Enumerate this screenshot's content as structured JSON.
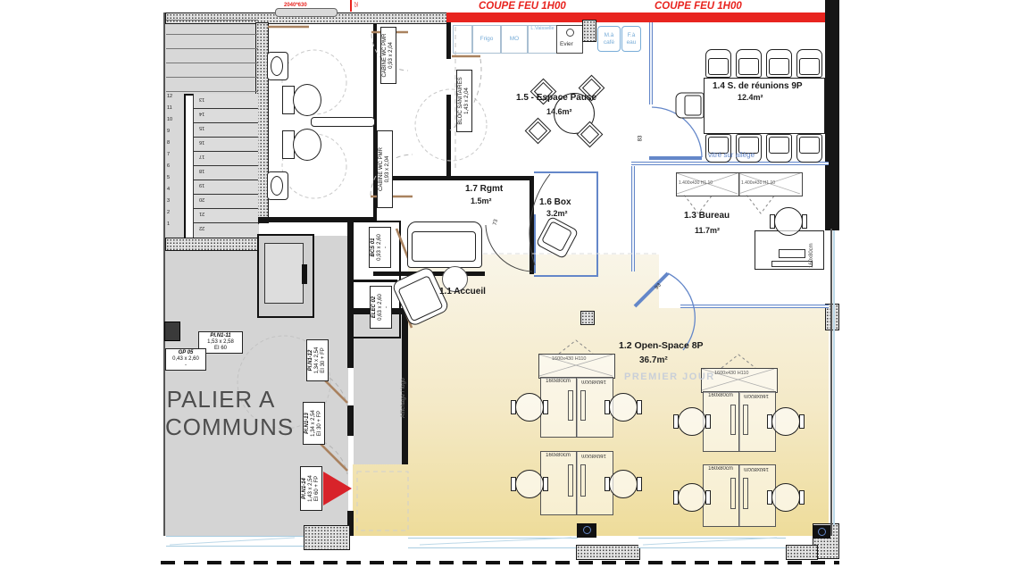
{
  "colors": {
    "fire_red": "#e8241f",
    "partition_blue": "#6487c9",
    "kitchen_blue": "#79add8",
    "floor_yellow": "#eedc9a",
    "floor_cream": "#f9f5e8",
    "palier_gray": "#d4d4d4",
    "watermark_gray": "#c9cfd8",
    "arrow_red": "#d8232a",
    "door_tan": "#a9825f"
  },
  "top": {
    "coupe_feu": "COUPE FEU 1H00",
    "beam": "2040*630",
    "tick": "25"
  },
  "kitchen": {
    "frigo": "Frigo",
    "mo": "MO",
    "vaisselle": "L.Vaisselle",
    "evier": "Evier",
    "cafe": "M.à café",
    "eau": "F.à eau"
  },
  "rooms": {
    "pause": {
      "name": "1.5 - Espace Pause",
      "area": "14.6m²"
    },
    "reunion": {
      "name": "1.4 S. de réunions 9P",
      "area": "12.4m²"
    },
    "rgmt": {
      "name": "1.7  Rgmt",
      "area": "1.5m²"
    },
    "box": {
      "name": "1.6  Box",
      "area": "3.2m²"
    },
    "bureau": {
      "name": "1.3 Bureau",
      "area": "11.7m²"
    },
    "accueil": {
      "name": "1.1  Accueil"
    },
    "open_space": {
      "name": "1.2 Open-Space 8P",
      "area": "36.7m²",
      "watermark": "PREMIER JOUR"
    }
  },
  "palier": {
    "line1": "PALIER A",
    "line2": "COMMUNS"
  },
  "annotations": {
    "vitre": "vitré sur allège",
    "affichage": "Affichage / logo",
    "door_widths": {
      "rgmt": "73",
      "pause": "83",
      "bureau": "93"
    }
  },
  "furniture": {
    "bureau_cabinet": "1.400x430 H1.10",
    "os_cabinet": "1600x430 H110",
    "desk": "160x80cm",
    "desk_bureau": "160x80cm"
  },
  "door_tags": {
    "pln11": {
      "id": "Pl.N1-11",
      "size": "1,53 x 2,58",
      "rating": "EI 60"
    },
    "gp05": {
      "id": "GP 05",
      "size": "0,43 x 2,60",
      "rating": "-"
    },
    "pln12": {
      "id": "Pl.N1-12",
      "size": "1,34 x 2,54",
      "rating": "EI 30 + FP"
    },
    "pln13": {
      "id": "Pl.N1-13",
      "size": "1,34 x 2,54",
      "rating": "EI 30 + FP"
    },
    "pln14": {
      "id": "Pl.N1-14",
      "size": "1,43 x 2,54",
      "rating": "EI 60 + FP"
    },
    "bcs01": {
      "id": "BCS 01",
      "size": "0,93 x 2,60",
      "rating": "-"
    },
    "elec02": {
      "id": "ELEC 02",
      "size": "0,63 x 2,60",
      "rating": "-"
    }
  },
  "cabins": {
    "wc1": {
      "id": "CABINE WC PMR",
      "size": "0,93 x 2,04"
    },
    "wc2": {
      "id": "CABINE WC PMR",
      "size": "0,93 x 2,04"
    },
    "bloc": {
      "id": "BLOC SANITAIRES",
      "size": "1,43 x 2,04"
    }
  },
  "stairs": {
    "left": [
      "12",
      "11",
      "10",
      "9",
      "8",
      "7",
      "6",
      "5",
      "4",
      "3",
      "2",
      "1"
    ],
    "right": [
      "13",
      "14",
      "15",
      "16",
      "17",
      "18",
      "19",
      "20",
      "21",
      "22"
    ]
  }
}
